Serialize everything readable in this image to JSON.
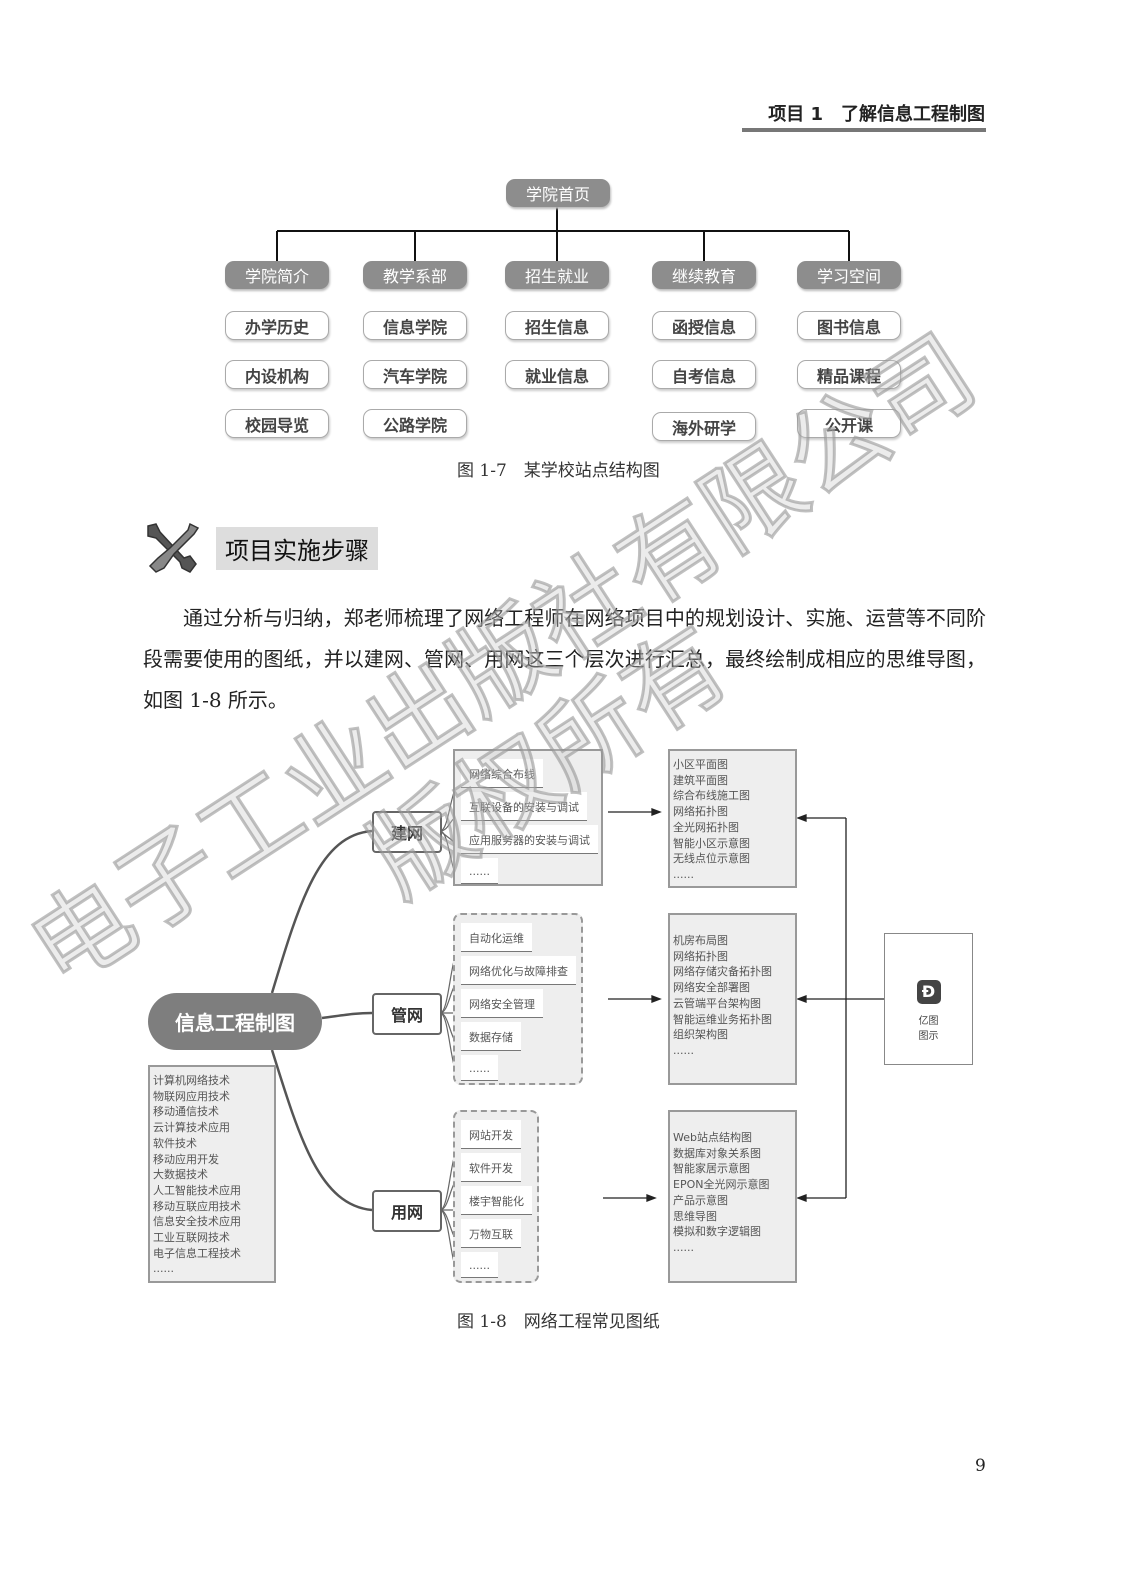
{
  "header": {
    "title": "项目 1　了解信息工程制图"
  },
  "site_tree": {
    "root": "学院首页",
    "columns": [
      {
        "label": "学院简介",
        "children": [
          "办学历史",
          "内设机构",
          "校园导览"
        ]
      },
      {
        "label": "教学系部",
        "children": [
          "信息学院",
          "汽车学院",
          "公路学院"
        ]
      },
      {
        "label": "招生就业",
        "children": [
          "招生信息",
          "就业信息"
        ]
      },
      {
        "label": "继续教育",
        "children": [
          "函授信息",
          "自考信息",
          "海外研学"
        ]
      },
      {
        "label": "学习空间",
        "children": [
          "图书信息",
          "精品课程",
          "公开课"
        ]
      }
    ],
    "caption": "图 1-7　某学校站点结构图"
  },
  "section": {
    "title": "项目实施步骤",
    "icon": "tools-icon"
  },
  "paragraph": "通过分析与归纳，郑老师梳理了网络工程师在网络项目中的规划设计、实施、运营等不同阶段需要使用的图纸，并以建网、管网、用网这三个层次进行汇总，最终绘制成相应的思维导图，如图 1-8 所示。",
  "mindmap": {
    "center": "信息工程制图",
    "majors": [
      "计算机网络技术",
      "物联网应用技术",
      "移动通信技术",
      "云计算技术应用",
      "软件技术",
      "移动应用开发",
      "大数据技术",
      "人工智能技术应用",
      "移动互联应用技术",
      "信息安全技术应用",
      "工业互联网技术",
      "电子信息工程技术",
      "......"
    ],
    "branches": [
      {
        "label": "建网",
        "tasks": [
          "网络综合布线",
          "互联设备的安装与调试",
          "应用服务器的安装与调试",
          "......"
        ],
        "drawings": [
          "小区平面图",
          "建筑平面图",
          "综合布线施工图",
          "网络拓扑图",
          "全光网拓扑图",
          "智能小区示意图",
          "无线点位示意图",
          "......"
        ]
      },
      {
        "label": "管网",
        "tasks": [
          "自动化运维",
          "网络优化与故障排查",
          "网络安全管理",
          "数据存储",
          "......"
        ],
        "drawings": [
          "机房布局图",
          "网络拓扑图",
          "网络存储灾备拓扑图",
          "网络安全部署图",
          "云管端平台架构图",
          "智能运维业务拓扑图",
          "组织架构图",
          "......"
        ]
      },
      {
        "label": "用网",
        "tasks": [
          "网站开发",
          "软件开发",
          "楼宇智能化",
          "万物互联",
          "......"
        ],
        "drawings": [
          "Web站点结构图",
          "数据库对象关系图",
          "智能家居示意图",
          "EPON全光网示意图",
          "产品示意图",
          "思维导图",
          "模拟和数字逻辑图",
          "......"
        ]
      }
    ],
    "tool": {
      "line1": "亿图",
      "line2": "图示",
      "icon": "edraw-logo-icon"
    },
    "caption": "图 1-8　网络工程常见图纸"
  },
  "page_number": "9",
  "watermark": {
    "line1": "电子工业出版社有限公司",
    "line2": "版权所有"
  }
}
